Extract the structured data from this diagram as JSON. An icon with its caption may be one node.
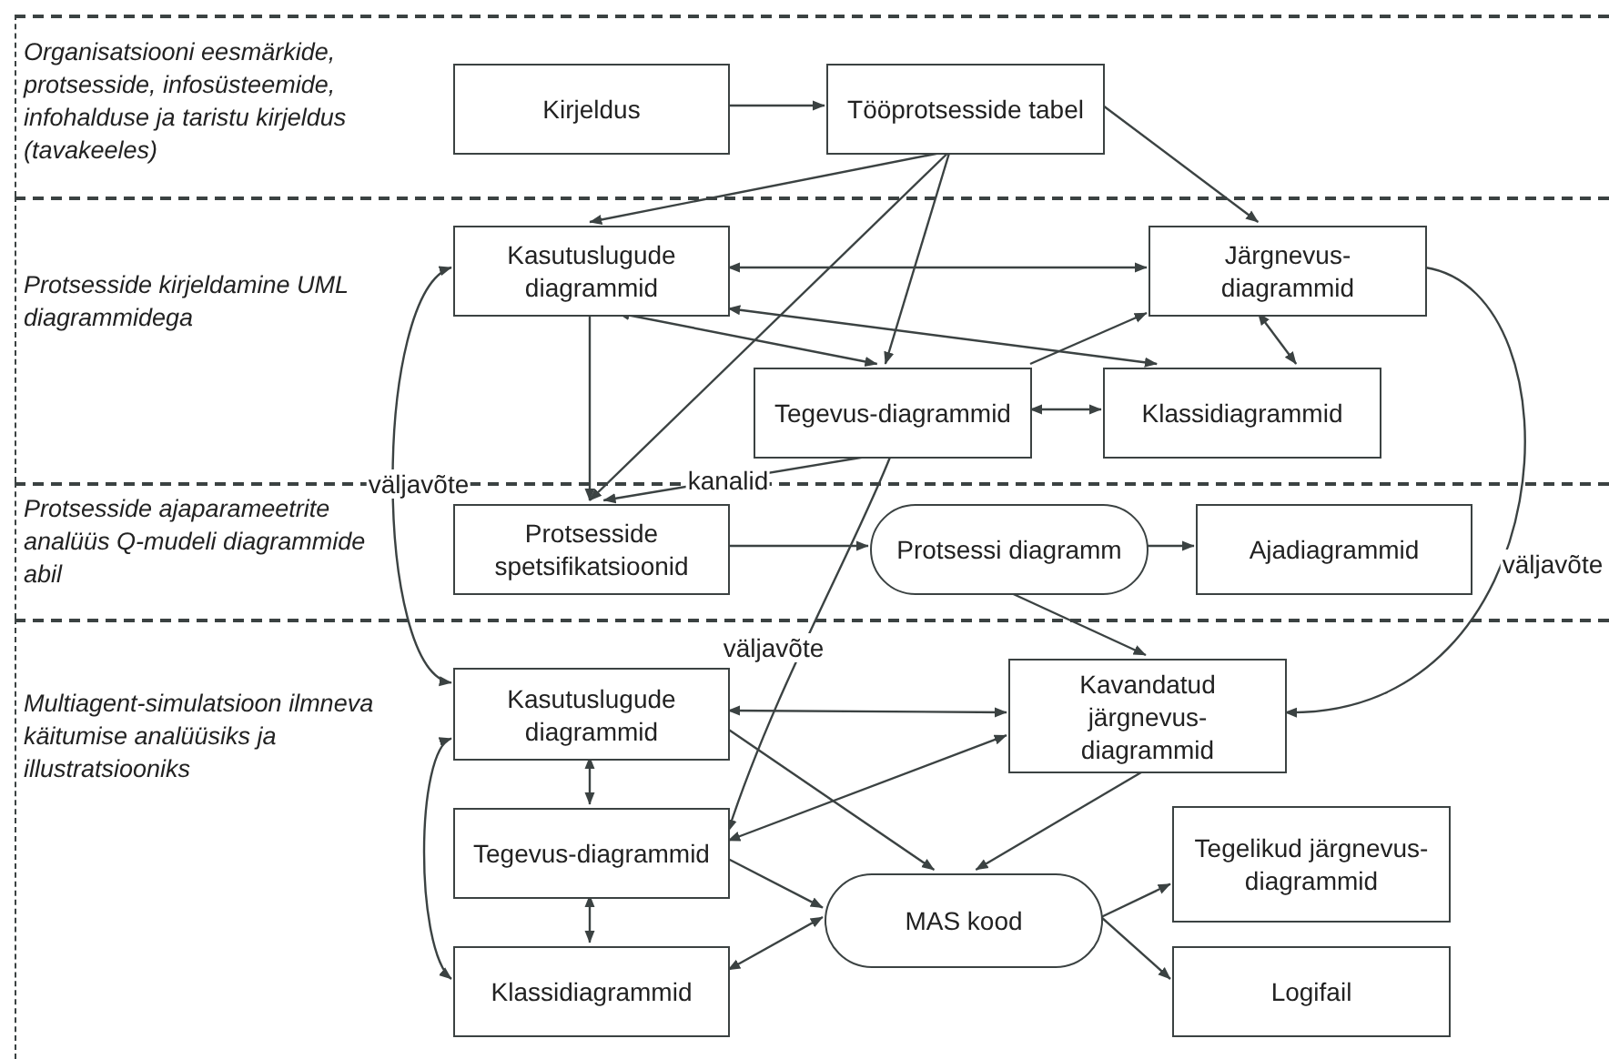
{
  "diagram": {
    "nodes": [
      {
        "text": [
          "Organisatsiooni eesmärkide, protsesside, infosüsteemide, infohalduse ja taristu kirjeldus (tavakeeles)"
        ]
      },
      {
        "text": [
          "Kirjeldus"
        ],
        "in": 0
      },
      {
        "text": [
          "Tööprotsesside tabel"
        ],
        "in": 0
      },
      {
        "text": [
          "Protsesside kirjeldamine UML diagrammidega"
        ]
      },
      {
        "text": [
          "Kasutuslugude diagrammid"
        ],
        "in": 3
      },
      {
        "text": [
          "Järgnevus-diagrammid"
        ],
        "in": 3
      },
      {
        "text": [
          "Tegevus-diagrammid"
        ],
        "in": 3
      },
      {
        "text": [
          "Klassidiagrammid"
        ],
        "in": 3
      },
      {
        "text": [
          "Protsesside ajaparameetrite analüüs Q-mudeli diagrammide abil"
        ]
      },
      {
        "text": [
          "Protsesside spetsifikatsioonid"
        ],
        "in": 8
      },
      {
        "text": [
          "Protsessi diagramm"
        ],
        "in": 8
      },
      {
        "text": [
          "Ajadiagrammid"
        ],
        "in": 8
      },
      {
        "text": [
          "Multiagent-simulatsioon ilmneva käitumise analüüsiks ja illustratsiooniks"
        ]
      },
      {
        "text": [
          "Kasutuslugude diagrammid"
        ],
        "in": 12
      },
      {
        "text": [
          "Kavandatud järgnevus-diagrammid"
        ],
        "in": 12
      },
      {
        "text": [
          "Tegevus-diagrammid"
        ],
        "in": 12
      },
      {
        "text": [
          "Tegelikud järgnevus-diagrammid"
        ],
        "in": 12
      },
      {
        "text": [
          "MAS kood"
        ],
        "in": 12
      },
      {
        "text": [
          "Klassidiagrammid"
        ],
        "in": 12
      },
      {
        "text": [
          "Logifail"
        ],
        "in": 12
      }
    ],
    "edges": [
      {
        "from": 1,
        "to": 2,
        "arrow": "to"
      },
      {
        "from": 2,
        "to": 4,
        "arrow": "to"
      },
      {
        "from": 2,
        "to": 5,
        "arrow": "to"
      },
      {
        "from": 2,
        "to": 6,
        "arrow": "to"
      },
      {
        "from": 2,
        "to": 9,
        "arrow": "to"
      },
      {
        "from": 4,
        "to": 5,
        "arrow": "both"
      },
      {
        "from": 4,
        "to": 6,
        "arrow": "both"
      },
      {
        "from": 4,
        "to": 7,
        "arrow": "both"
      },
      {
        "from": 5,
        "to": 7,
        "arrow": "both"
      },
      {
        "from": 6,
        "to": 7,
        "arrow": "both"
      },
      {
        "from": 6,
        "to": 5,
        "arrow": "to"
      },
      {
        "from": 4,
        "to": 9,
        "arrow": "to"
      },
      {
        "from": 6,
        "to": 9,
        "arrow": "to",
        "label": "kanalid"
      },
      {
        "from": 4,
        "to": 13,
        "arrow": "both",
        "label": "väljavõte"
      },
      {
        "from": 5,
        "to": 14,
        "arrow": "to",
        "label": "väljavõte"
      },
      {
        "from": 6,
        "to": 15,
        "arrow": "to",
        "label": "väljavõte"
      },
      {
        "from": 9,
        "to": 10,
        "arrow": "to"
      },
      {
        "from": 10,
        "to": 11,
        "arrow": "to"
      },
      {
        "from": 10,
        "to": 14,
        "arrow": "to"
      },
      {
        "from": 13,
        "to": 14,
        "arrow": "both"
      },
      {
        "from": 14,
        "to": 15,
        "arrow": "both"
      },
      {
        "from": 13,
        "to": 17,
        "arrow": "to"
      },
      {
        "from": 14,
        "to": 17,
        "arrow": "to"
      },
      {
        "from": 15,
        "to": 17,
        "arrow": "to"
      },
      {
        "from": 18,
        "to": 17,
        "arrow": "both"
      },
      {
        "from": 13,
        "to": 15,
        "arrow": "both"
      },
      {
        "from": 15,
        "to": 18,
        "arrow": "both"
      },
      {
        "from": 13,
        "to": 18,
        "arrow": "both"
      },
      {
        "from": 17,
        "to": 16,
        "arrow": "to"
      },
      {
        "from": 17,
        "to": 19,
        "arrow": "to"
      }
    ]
  }
}
